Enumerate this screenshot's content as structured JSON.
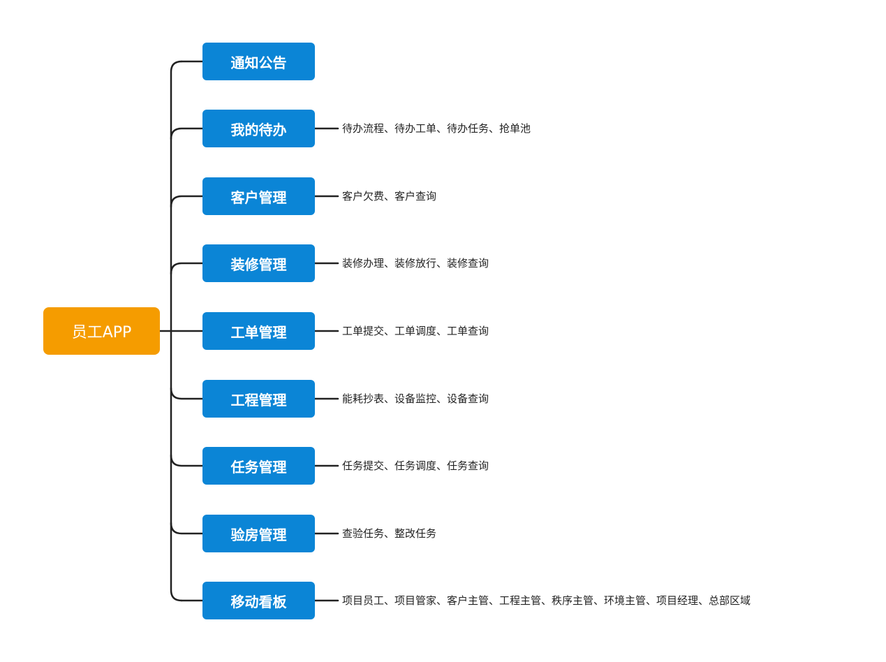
{
  "root": {
    "label": "员工APP"
  },
  "branches": [
    {
      "label": "通知公告",
      "detail": ""
    },
    {
      "label": "我的待办",
      "detail": "待办流程、待办工单、待办任务、抢单池"
    },
    {
      "label": "客户管理",
      "detail": "客户欠费、客户查询"
    },
    {
      "label": "装修管理",
      "detail": "装修办理、装修放行、装修查询"
    },
    {
      "label": "工单管理",
      "detail": "工单提交、工单调度、工单查询"
    },
    {
      "label": "工程管理",
      "detail": "能耗抄表、设备监控、设备查询"
    },
    {
      "label": "任务管理",
      "detail": "任务提交、任务调度、任务查询"
    },
    {
      "label": "验房管理",
      "detail": "查验任务、整改任务"
    },
    {
      "label": "移动看板",
      "detail": "项目员工、项目管家、客户主管、工程主管、秩序主管、环境主管、项目经理、总部区域"
    }
  ],
  "colors": {
    "root": "#f59c00",
    "branch": "#0b85d6",
    "connector": "#222222"
  }
}
